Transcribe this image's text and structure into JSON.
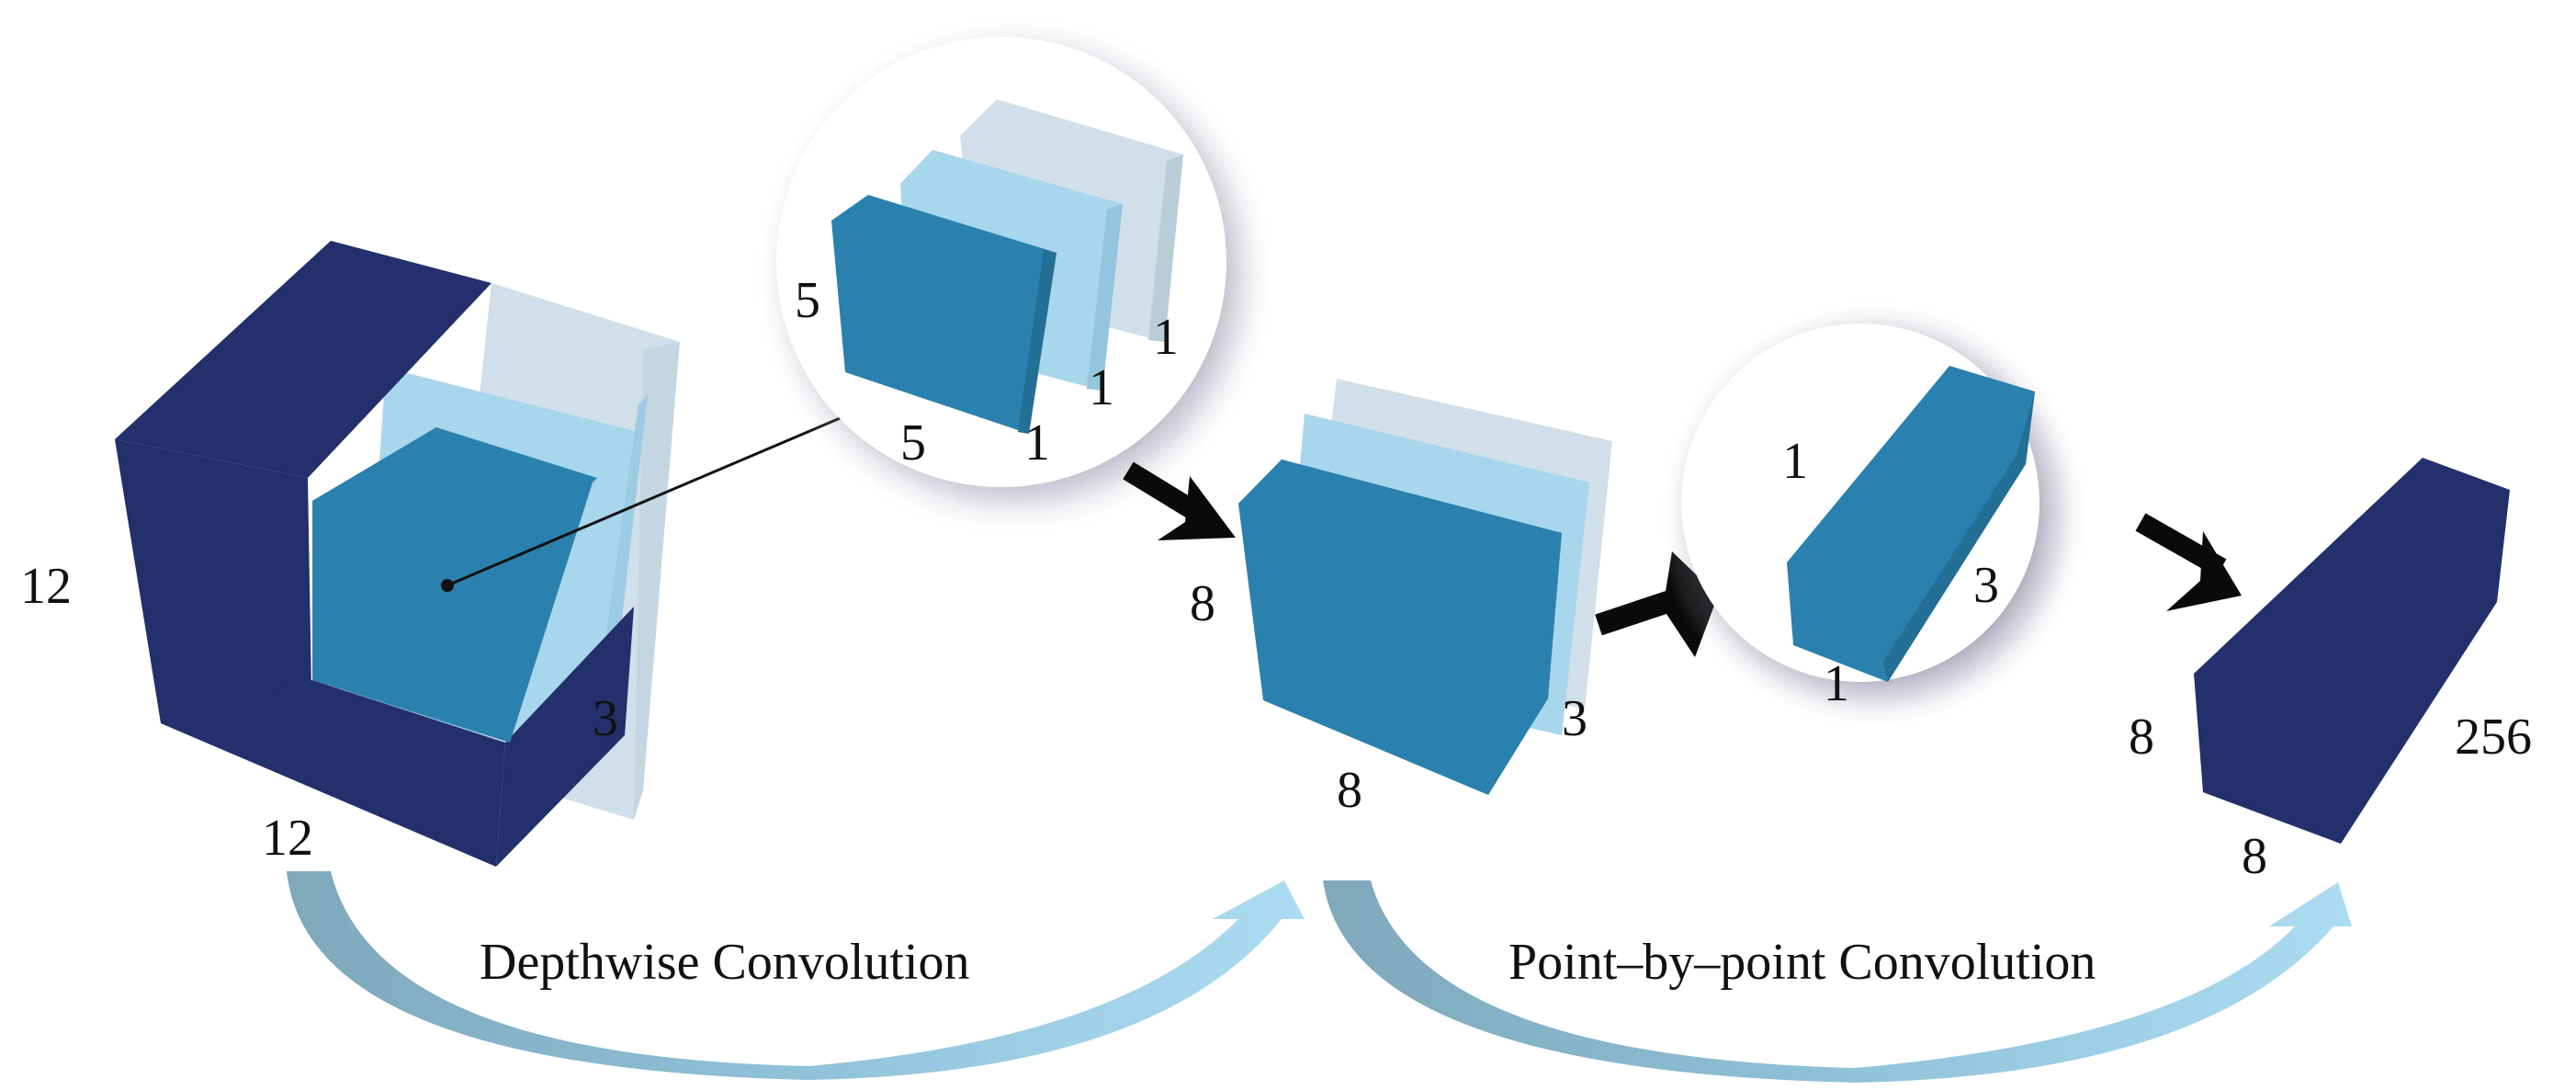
{
  "colors": {
    "dark_block": "#23306c",
    "mid_blue": "#2a81ad",
    "light_blue": "#a8d6ec",
    "pale_blue": "#d0dfe9",
    "arrow": "#0a0a0a",
    "curve_start": "#7fa8ba",
    "curve_end": "#abdcf2"
  },
  "input_block": {
    "height_label": "12",
    "width_label": "12",
    "depth_label": "3"
  },
  "kernel_zoom": {
    "height_label": "5",
    "width_label": "5",
    "depth_labels": [
      "1",
      "1",
      "1"
    ]
  },
  "intermediate_block": {
    "height_label": "8",
    "width_label": "8",
    "depth_label": "3"
  },
  "pointwise_zoom": {
    "height_label": "1",
    "width_label": "1",
    "depth_label": "3"
  },
  "output_block": {
    "height_label": "8",
    "width_label": "8",
    "depth_label": "256"
  },
  "captions": {
    "depthwise": "Depthwise Convolution",
    "pointwise": "Point–by–point Convolution"
  }
}
